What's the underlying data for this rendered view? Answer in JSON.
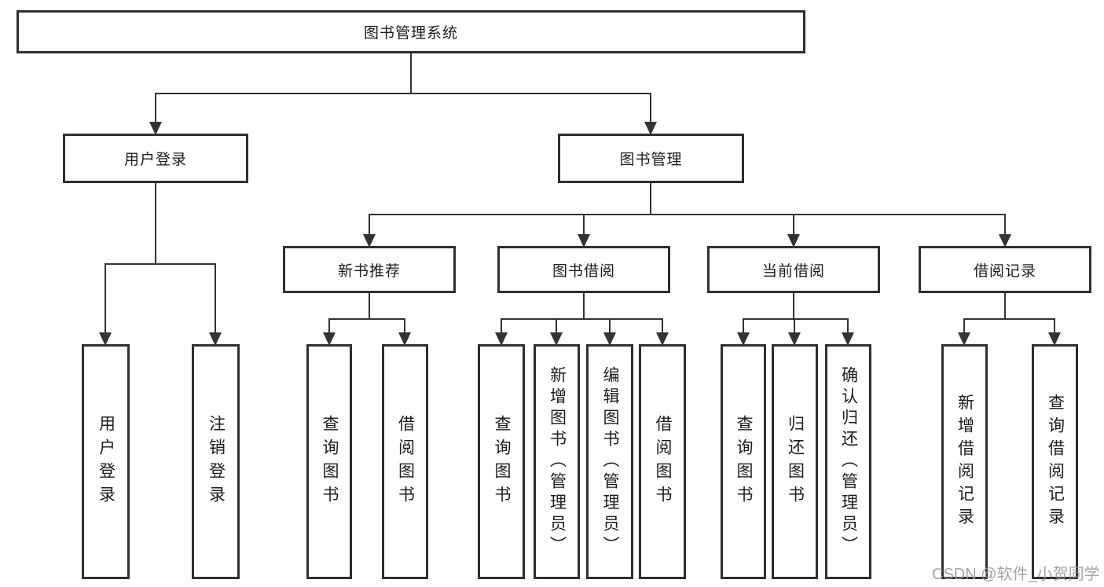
{
  "diagram": {
    "root": {
      "label": "图书管理系统"
    },
    "level1": [
      {
        "label": "用户登录"
      },
      {
        "label": "图书管理"
      }
    ],
    "level2": [
      {
        "label": "新书推荐"
      },
      {
        "label": "图书借阅"
      },
      {
        "label": "当前借阅"
      },
      {
        "label": "借阅记录"
      }
    ],
    "leaves": [
      {
        "label": "用户登录"
      },
      {
        "label": "注销登录"
      },
      {
        "label": "查询图书"
      },
      {
        "label": "借阅图书"
      },
      {
        "label": "查询图书"
      },
      {
        "label": "新增图书（管理员）"
      },
      {
        "label": "编辑图书（管理员）"
      },
      {
        "label": "借阅图书"
      },
      {
        "label": "查询图书"
      },
      {
        "label": "归还图书"
      },
      {
        "label": "确认归还（管理员）"
      },
      {
        "label": "新增借阅记录"
      },
      {
        "label": "查询借阅记录"
      }
    ]
  },
  "watermark": {
    "text": "CSDN @软件_小贺同学"
  },
  "colors": {
    "line": "#333333",
    "border": "#2f2f2f",
    "background": "#ffffff",
    "text": "#1c1c1c",
    "watermark": "#9b9b9b"
  }
}
